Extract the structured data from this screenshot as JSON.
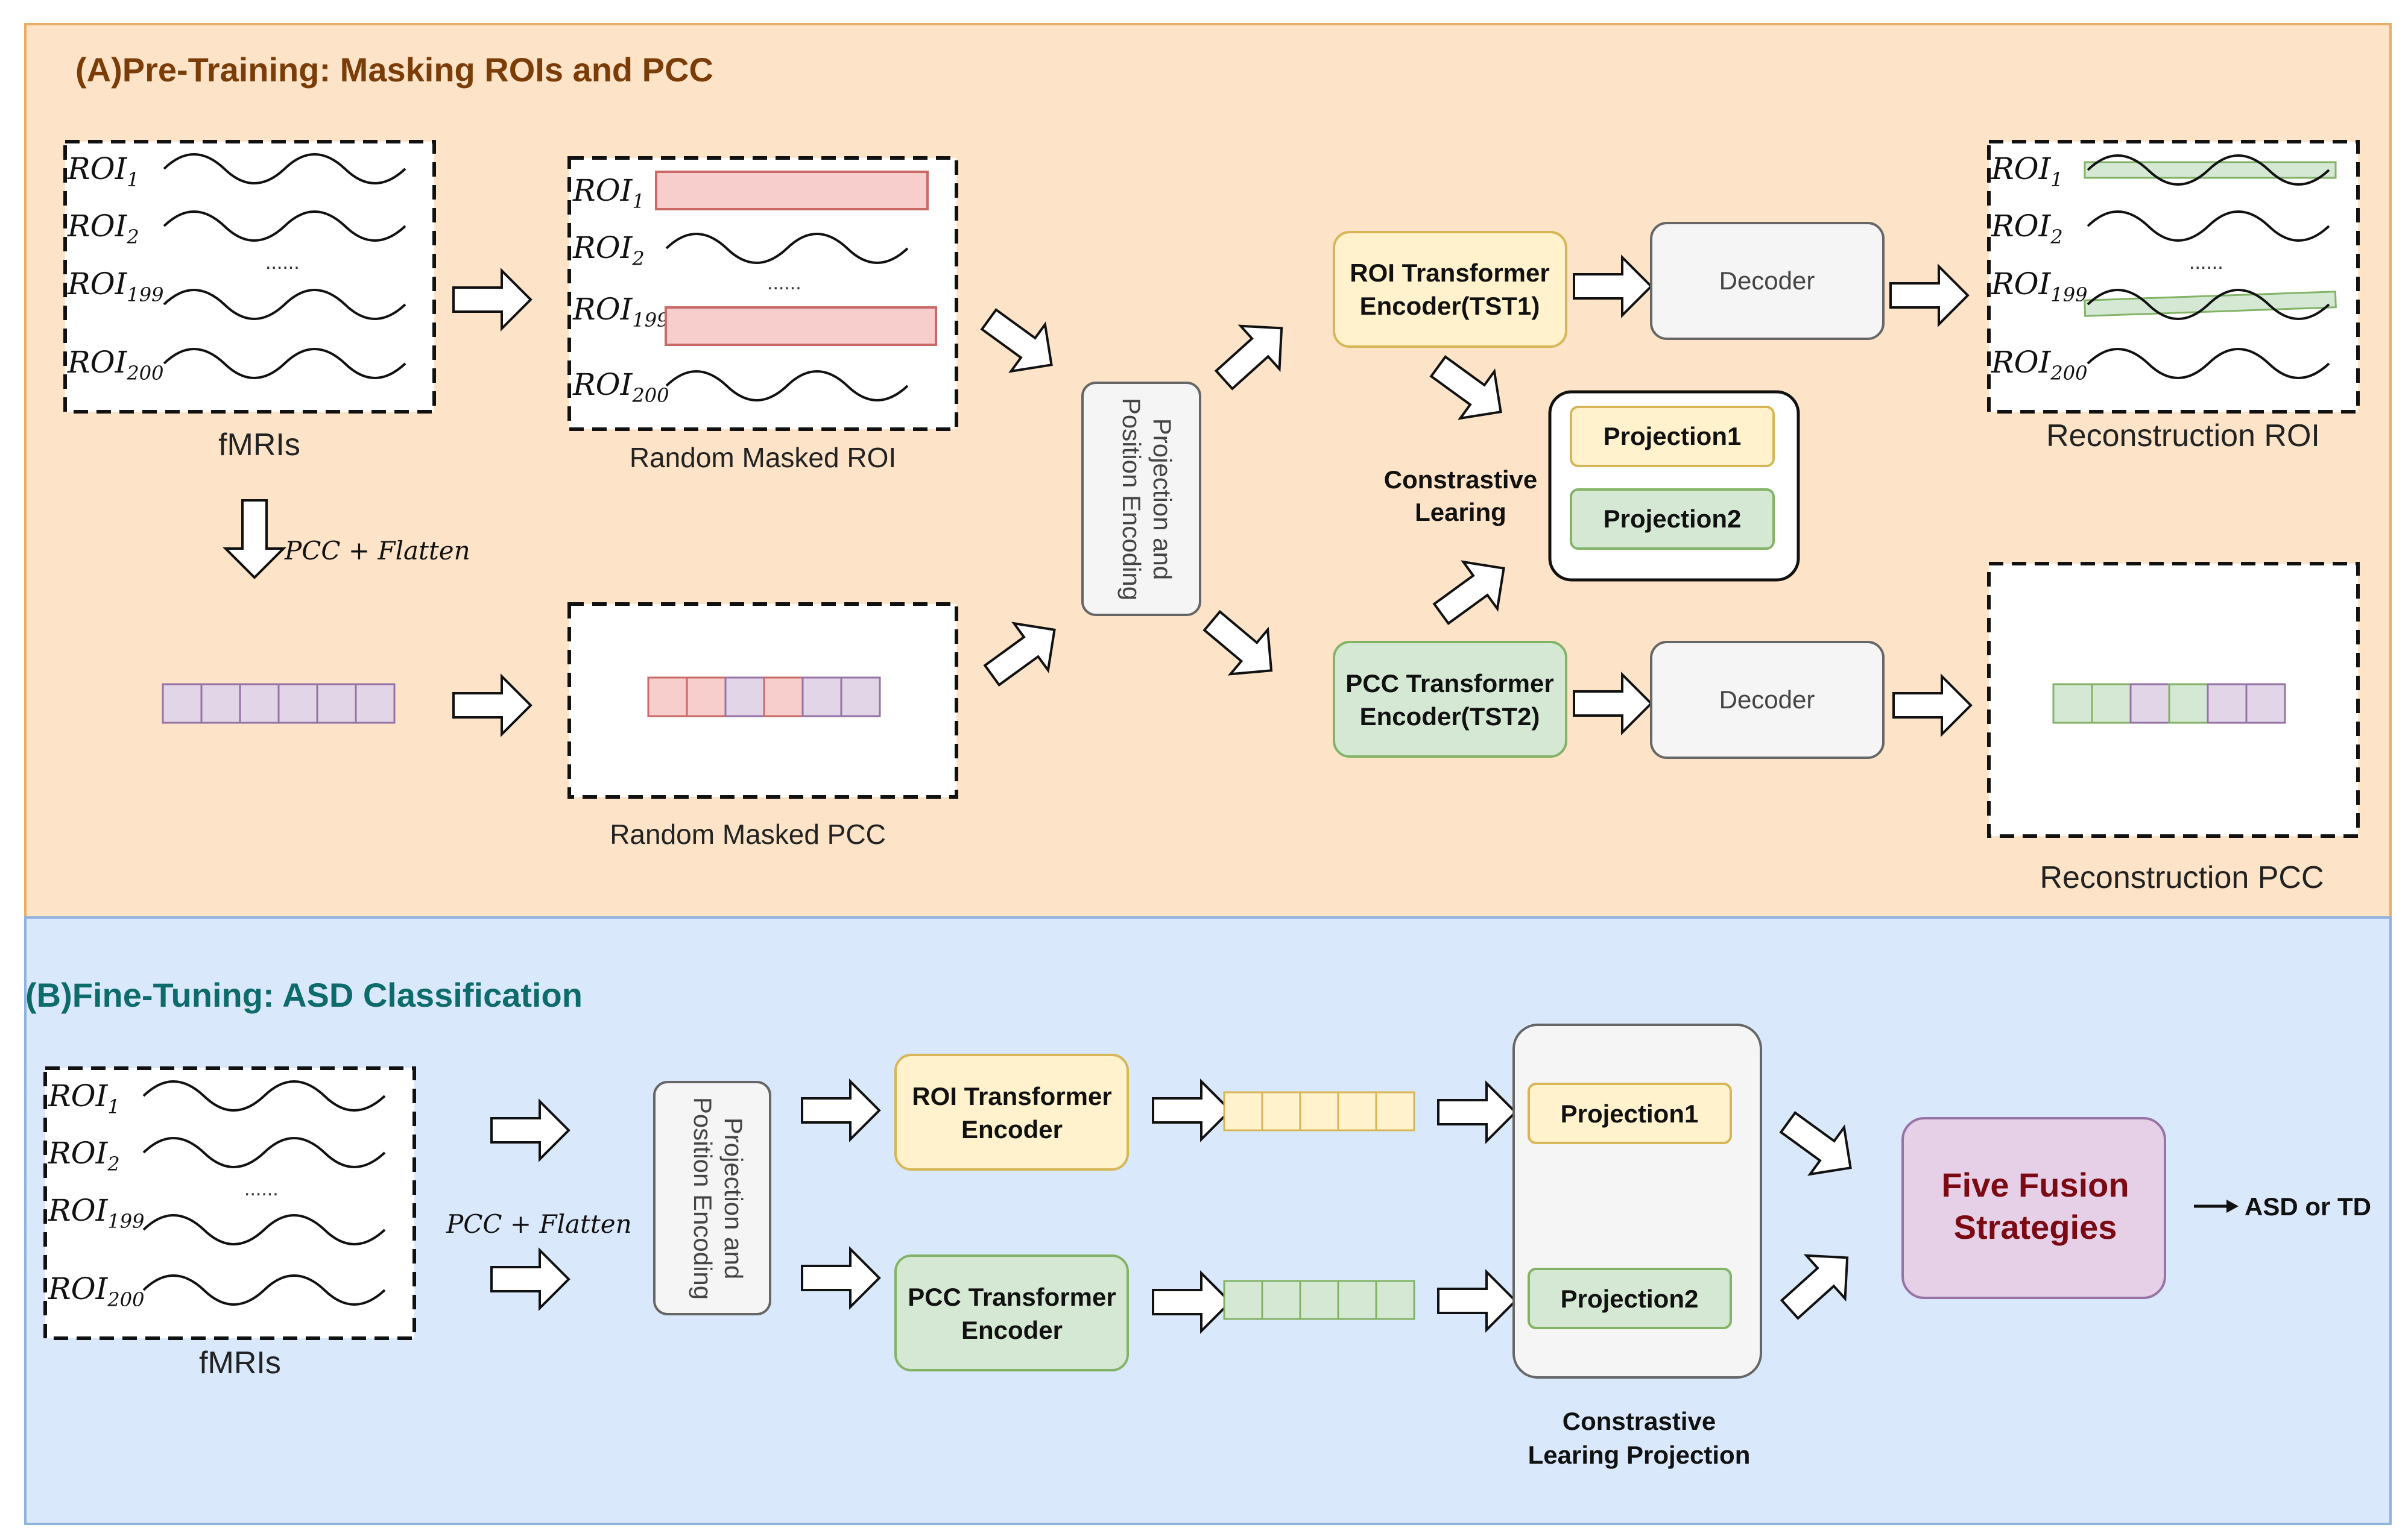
{
  "colors": {
    "section_a_bg": "#fde3c8",
    "section_a_border": "#e9ad63",
    "section_a_title": "#7a3d07",
    "section_b_bg": "#dae8fb",
    "section_b_border": "#8fb2df",
    "section_b_title": "#0e6b6b",
    "roi_encoder_fill": "#fff2cc",
    "roi_encoder_stroke": "#d6b656",
    "pcc_encoder_fill": "#d5e8d4",
    "pcc_encoder_stroke": "#82b366",
    "mask_fill": "#f8cecc",
    "mask_stroke": "#c96a67",
    "purple_cell_fill": "#e1d5e7",
    "purple_cell_stroke": "#9673a6",
    "decoder_fill": "#f5f5f5",
    "decoder_stroke": "#666666",
    "fusion_fill": "#e6d0e7",
    "fusion_stroke": "#9673a6",
    "fusion_text": "#7b0a14"
  },
  "section_a": {
    "title": "(A)Pre-Training: Masking ROIs and PCC",
    "fmri_label": "fMRIs",
    "pcc_flatten_label": "PCC + Flatten",
    "random_masked_roi_label": "Random Masked ROI",
    "random_masked_pcc_label": "Random Masked PCC",
    "projection_encoding_label_line1": "Projection and",
    "projection_encoding_label_line2": "Position Encoding",
    "roi_encoder_line1": "ROI Transformer",
    "roi_encoder_line2": "Encoder(TST1)",
    "pcc_encoder_line1": "PCC Transformer",
    "pcc_encoder_line2": "Encoder(TST2)",
    "decoder_label": "Decoder",
    "contrastive_line1": "Constrastive",
    "contrastive_line2": "Learing",
    "projection1": "Projection1",
    "projection2": "Projection2",
    "reconstruction_roi_label": "Reconstruction ROI",
    "reconstruction_pcc_label": "Reconstruction PCC"
  },
  "section_b": {
    "title": "(B)Fine-Tuning: ASD Classification",
    "fmri_label": "fMRIs",
    "pcc_flatten_label": "PCC + Flatten",
    "projection_encoding_label_line1": "Projection and",
    "projection_encoding_label_line2": "Position Encoding",
    "roi_encoder_line1": "ROI Transformer",
    "roi_encoder_line2": "Encoder",
    "pcc_encoder_line1": "PCC Transformer",
    "pcc_encoder_line2": "Encoder",
    "projection1": "Projection1",
    "projection2": "Projection2",
    "contrastive_proj_line1": "Constrastive",
    "contrastive_proj_line2": "Learing Projection",
    "fusion_line1": "Five Fusion",
    "fusion_line2": "Strategies",
    "output_label": "ASD or TD"
  },
  "roi": {
    "base": "ROI",
    "sub1": "1",
    "sub2": "2",
    "sub199": "199",
    "sub200": "200",
    "dots": "......"
  }
}
